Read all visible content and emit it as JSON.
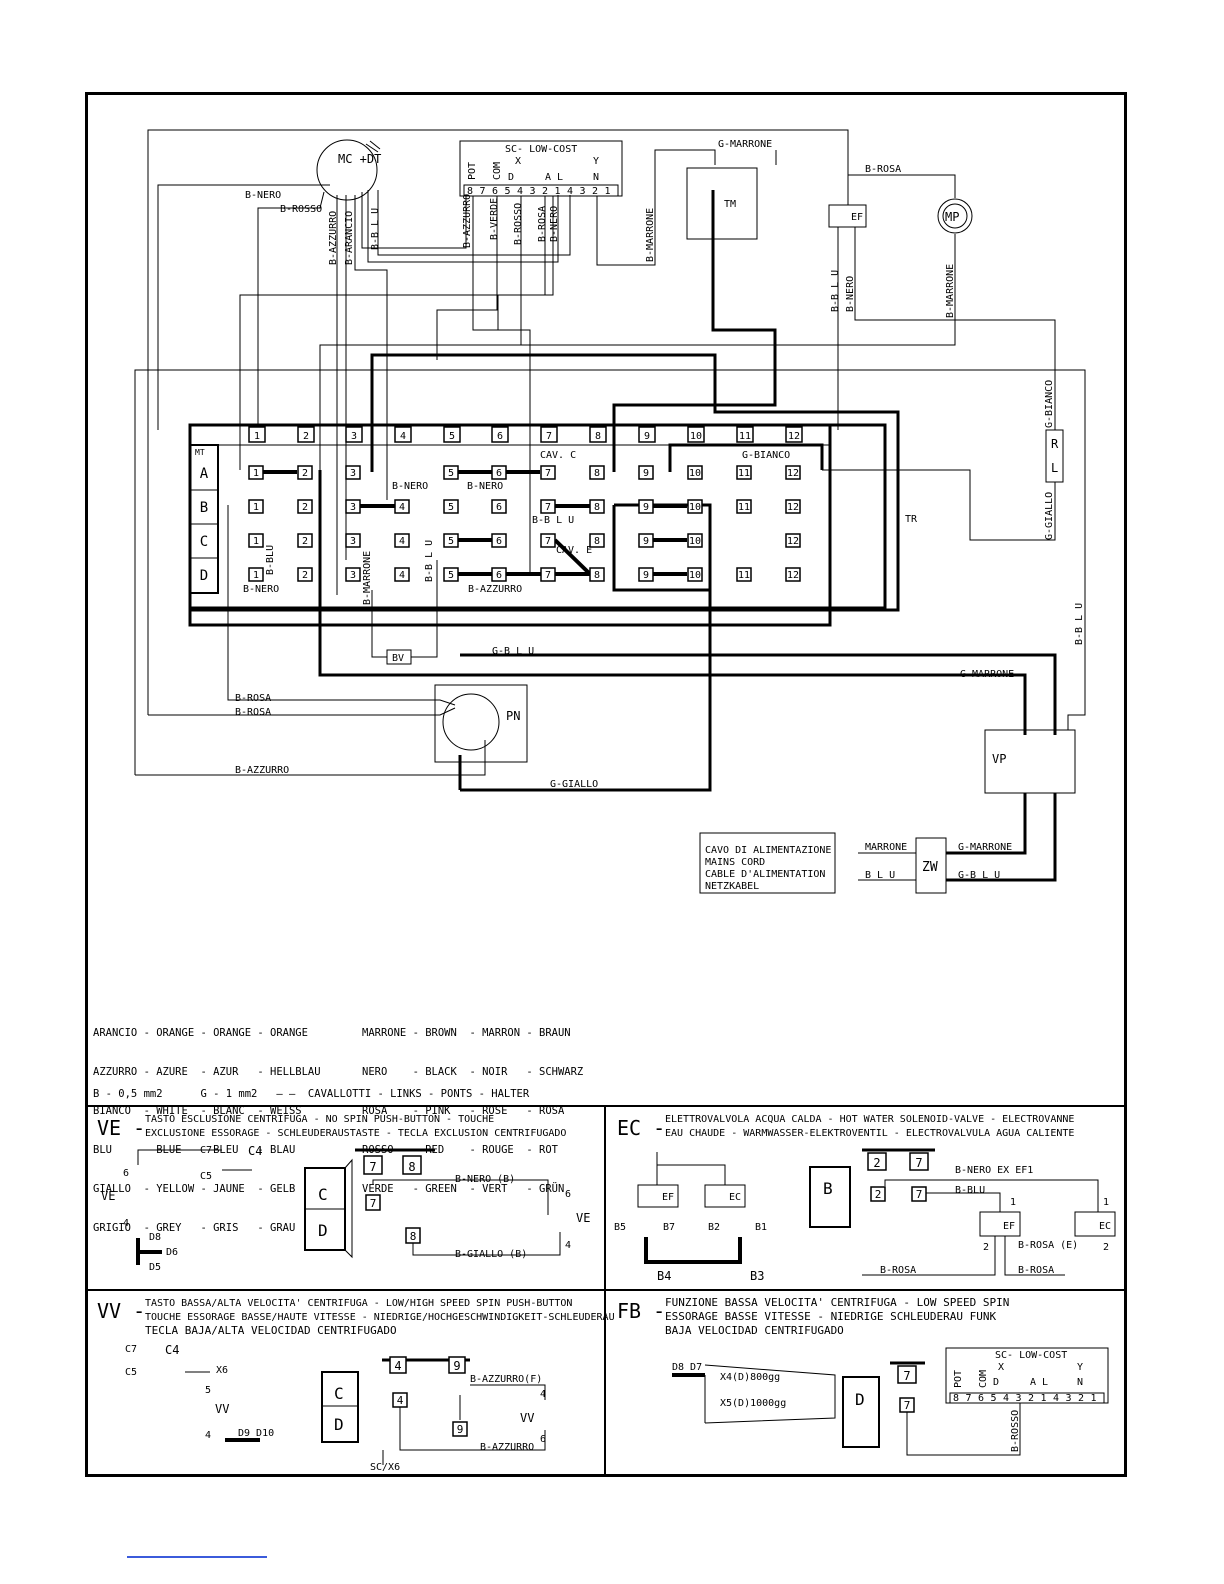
{
  "wires": {
    "b_nero": "B-NERO",
    "b_rosso": "B-ROSSO",
    "b_azzurro": "B-AZZURRO",
    "b_arancio": "B-ARANCIO",
    "b_blu": "B-B L U",
    "b_blu2": "B-BLU",
    "b_verde": "B-VERDE",
    "b_rosa": "B-ROSA",
    "b_marrone": "B-MARRONE",
    "g_marrone": "G-MARRONE",
    "g_bianco": "G-BIANCO",
    "g_giallo": "G-GIALLO",
    "g_blu": "G-B L U",
    "marrone": "MARRONE",
    "blu": "B L U",
    "cav_c": "CAV. C",
    "cav_e": "CAV. E"
  },
  "components": {
    "mc_dt": "MC\n+DT",
    "sc": "SC- LOW-COST",
    "sc_x": "X",
    "sc_y": "Y",
    "sc_d": "D",
    "sc_al": "A L",
    "sc_n": "N",
    "sc_pot": "POT",
    "sc_com": "COM",
    "tm": "TM",
    "ef": "EF",
    "mp": "MP",
    "tr": "TR",
    "bv": "BV",
    "pn": "PN",
    "vp": "VP",
    "zw": "ZW",
    "mt": "MT",
    "r": "R",
    "l": "L"
  },
  "mains_cord": [
    "CAVO DI ALIMENTAZIONE",
    "MAINS CORD",
    "CABLE D'ALIMENTATION",
    "NETZKABEL"
  ],
  "pins": {
    "sc": [
      "8",
      "7",
      "6",
      "5",
      "4",
      "3",
      "2",
      "1",
      "4",
      "3",
      "2",
      "1"
    ],
    "top_row": [
      "1",
      "2",
      "3",
      "4",
      "5",
      "6",
      "7",
      "8",
      "9",
      "10",
      "11",
      "12"
    ],
    "mt_rows": [
      "A",
      "B",
      "C",
      "D"
    ]
  },
  "legend": {
    "left": [
      "ARANCIO - ORANGE - ORANGE - ORANGE",
      "AZZURRO - AZURE  - AZUR   - HELLBLAU",
      "BIANCO  - WHITE  - BLANC  - WEISS",
      "BLU     - BLUE   - BLEU   - BLAU",
      "GIALLO  - YELLOW - JAUNE  - GELB",
      "GRIGIO  - GREY   - GRIS   - GRAU"
    ],
    "right": [
      "MARRONE - BROWN  - MARRON - BRAUN",
      "NERO    - BLACK  - NOIR   - SCHWARZ",
      "ROSA    - PINK   - ROSE   - ROSA",
      "ROSSO   - RED    - ROUGE  - ROT",
      "VERDE   - GREEN  - VERT   - GRÜN"
    ],
    "sizes": "B - 0,5 mm2      G - 1 mm2   — —  CAVALLOTTI - LINKS - PONTS - HALTER"
  },
  "panels": {
    "ve": {
      "code": "VE -",
      "desc1": "TASTO ESCLUSIONE CENTRIFUGA - NO SPIN PUSH-BUTTON - TOUCHE",
      "desc2": "EXCLUSIONE ESSORAGE - SCHLEUDERAUSTASTE - TECLA EXCLUSION CENTRIFUGADO",
      "c7": "C7",
      "c4": "C4",
      "c5": "C5",
      "n6": "6",
      "n4": "4",
      "ve": "VE",
      "d8": "D8",
      "d6": "D6",
      "d5": "D5",
      "p7": "7",
      "p8": "8",
      "pc": "C",
      "pd": "D",
      "nero_b": "B-NERO (B)",
      "giallo_b": "B-GIALLO (B)"
    },
    "ec": {
      "code": "EC -",
      "desc1": "ELETTROVALVOLA ACQUA CALDA - HOT WATER SOLENOID-VALVE - ELECTROVANNE",
      "desc2": "EAU CHAUDE - WARMWASSER-ELEKTROVENTIL - ELECTROVALVULA AGUA CALIENTE",
      "ef": "EF",
      "ec": "EC",
      "b5": "B5",
      "b7": "B7",
      "b2": "B2",
      "b1": "B1",
      "b4": "B4",
      "b3": "B3",
      "pb": "B",
      "p2": "2",
      "p7": "7",
      "nero_ex": "B-NERO EX EF1",
      "blu": "B-BLU",
      "rosa_e": "B-ROSA (E)",
      "rosa": "B-ROSA",
      "n1": "1",
      "n2": "2"
    },
    "vv": {
      "code": "VV -",
      "desc1": "TASTO BASSA/ALTA VELOCITA' CENTRIFUGA - LOW/HIGH SPEED SPIN PUSH-BUTTON",
      "desc2": "TOUCHE ESSORAGE BASSE/HAUTE VITESSE - NIEDRIGE/HOCHGESCHWINDIGKEIT-SCHLEUDERAU",
      "desc3": "TECLA BAJA/ALTA VELOCIDAD CENTRIFUGADO",
      "c7": "C7",
      "c4": "C4",
      "c5": "C5",
      "x6": "X6",
      "n5": "5",
      "n4": "4",
      "vv": "VV",
      "d9d10": "D9 D10",
      "p4": "4",
      "p9": "9",
      "pc": "C",
      "pd": "D",
      "azzurro_f": "B-AZZURRO(F)",
      "azzurro": "B-AZZURRO",
      "scx6": "SC/X6",
      "n6": "6"
    },
    "fb": {
      "code": "FB -",
      "desc1": "FUNZIONE BASSA VELOCITA' CENTRIFUGA - LOW SPEED SPIN",
      "desc2": "ESSORAGE BASSE VITESSE - NIEDRIGE SCHLEUDERAU FUNK",
      "desc3": "BAJA VELOCIDAD CENTRIFUGADO",
      "d8d7": "D8 D7",
      "x4": "X4(D)800gg",
      "x5": "X5(D)1000gg",
      "p7": "7",
      "pd": "D",
      "rosso": "B-ROSSO",
      "sc": "SC- LOW-COST"
    }
  }
}
